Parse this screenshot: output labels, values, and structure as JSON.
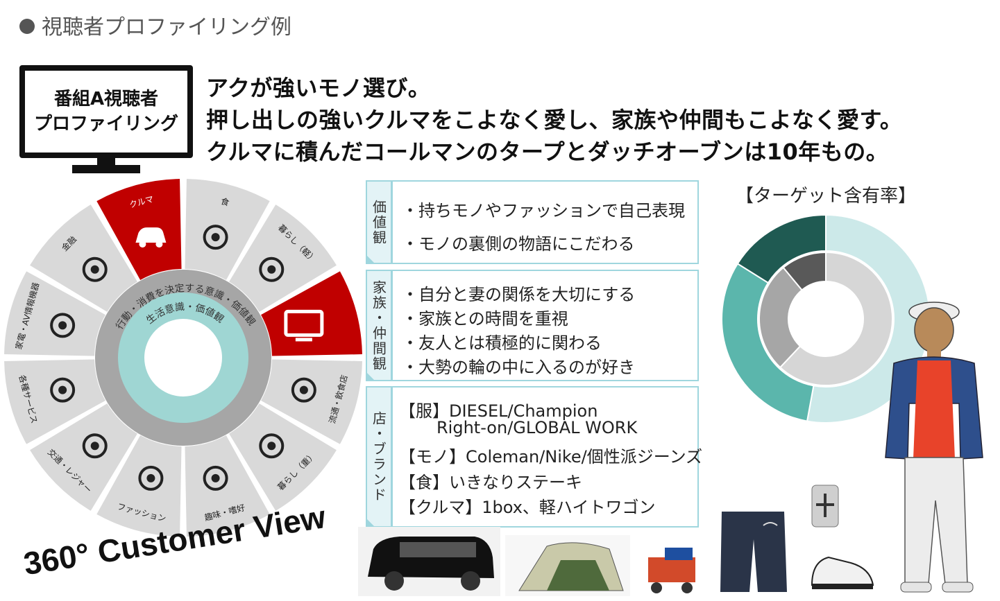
{
  "page": {
    "title": "視聴者プロファイリング例"
  },
  "monitor": {
    "line1": "番組A視聴者",
    "line2": "プロファイリング"
  },
  "headline": {
    "line1": "アクが強いモノ選び。",
    "line2": "押し出しの強いクルマをこよなく愛し、家族や仲間もこよなく愛す。",
    "line3": "クルマに積んだコールマンのタープとダッチオーブンは10年もの。"
  },
  "wheel": {
    "outer_label": "行動・消費を決定する意識・価値観",
    "inner_label": "生活意識・価値観",
    "caption": "360° Customer View",
    "highlight_color": "#c00000",
    "base_color": "#d9d9d9",
    "segments": [
      {
        "label": "食",
        "icon": "food-icon",
        "highlight": false
      },
      {
        "label": "暮らし（軽）",
        "icon": "detergent-icon",
        "highlight": false
      },
      {
        "label": "",
        "icon": "tv-icon",
        "highlight": true
      },
      {
        "label": "流通・飲食店",
        "icon": "shop-icon",
        "highlight": false
      },
      {
        "label": "暮らし（重）",
        "icon": "house-icon",
        "highlight": false
      },
      {
        "label": "趣味・嗜好",
        "icon": "golf-icon",
        "highlight": false
      },
      {
        "label": "ファッション",
        "icon": "dress-icon",
        "highlight": false
      },
      {
        "label": "交通・レジャー",
        "icon": "plane-train-icon",
        "highlight": false
      },
      {
        "label": "各種サービス",
        "icon": "church-person-icon",
        "highlight": false
      },
      {
        "label": "家電・AV情報機器",
        "icon": "appliance-icon",
        "highlight": false
      },
      {
        "label": "金融",
        "icon": "money-bag-icon",
        "highlight": false
      },
      {
        "label": "クルマ",
        "icon": "car-icon",
        "highlight": true
      }
    ]
  },
  "panels": {
    "values": {
      "tab": "価値観",
      "items": [
        "・持ちモノやファッションで自己表現",
        "・モノの裏側の物語にこだわる"
      ]
    },
    "family": {
      "tab": "家族・仲間観",
      "items": [
        "・自分と妻の関係を大切にする",
        "・家族との時間を重視",
        "・友人とは積極的に関わる",
        "・大勢の輪の中に入るのが好き"
      ]
    },
    "brands": {
      "tab": "店・ブランド",
      "items": [
        "【服】DIESEL/Champion",
        "Right-on/GLOBAL WORK",
        "【モノ】Coleman/Nike/個性派ジーンズ",
        "【食】いきなりステーキ",
        "【クルマ】1box、軽ハイトワゴン"
      ]
    },
    "border_color": "#9fd6de"
  },
  "donut": {
    "title": "【ターゲット含有率】",
    "outer": {
      "values": [
        46,
        27,
        14
      ],
      "colors": [
        "#cce9e9",
        "#5bb6ac",
        "#1f5a52"
      ]
    },
    "inner": {
      "values": [
        62,
        27,
        11
      ],
      "colors": [
        "#d6d6d6",
        "#a6a6a6",
        "#595959"
      ]
    }
  }
}
